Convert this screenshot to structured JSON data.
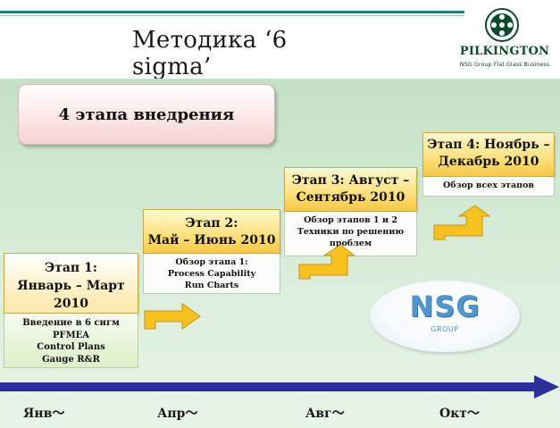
{
  "title": "Методика ‘6 sigma’",
  "logo": {
    "brand": "PILKINGTON",
    "tagline": "NSG Group Flat Glass Business"
  },
  "badge": "4 этапа внедрения",
  "stages": [
    {
      "head": [
        "Этап 1:",
        "Январь – Март",
        "2010"
      ],
      "body": [
        "Введение в 6 сигм",
        "PFMEA",
        "Control Plans",
        "Gauge R&R"
      ]
    },
    {
      "head": [
        "Этап 2:",
        "Май – Июнь 2010"
      ],
      "body": [
        "Обзор этапа 1:",
        "Process Capability",
        "Run Charts"
      ]
    },
    {
      "head": [
        "Этап 3: Август –",
        "Сентябрь 2010"
      ],
      "body": [
        "Обзор этапов 1 и 2",
        "Техники по решению",
        "проблем"
      ]
    },
    {
      "head": [
        "Этап 4: Ноябрь –",
        "Декабрь 2010"
      ],
      "body": [
        "Обзор всех этапов"
      ]
    }
  ],
  "nsg_logo": {
    "text": "NSG",
    "group": "GROUP"
  },
  "timeline": {
    "months": [
      "Янв〜",
      "Апр〜",
      "Авг〜",
      "Окт〜"
    ]
  },
  "colors": {
    "accent_teal": "#1f7f7f",
    "panel_green": "#d6ebd6",
    "stage_yellow": "#fde07a",
    "arrow_yellow": "#f7c21e",
    "timeline_blue": "#2d2f9a",
    "nsg_blue": "#4f95cf"
  }
}
